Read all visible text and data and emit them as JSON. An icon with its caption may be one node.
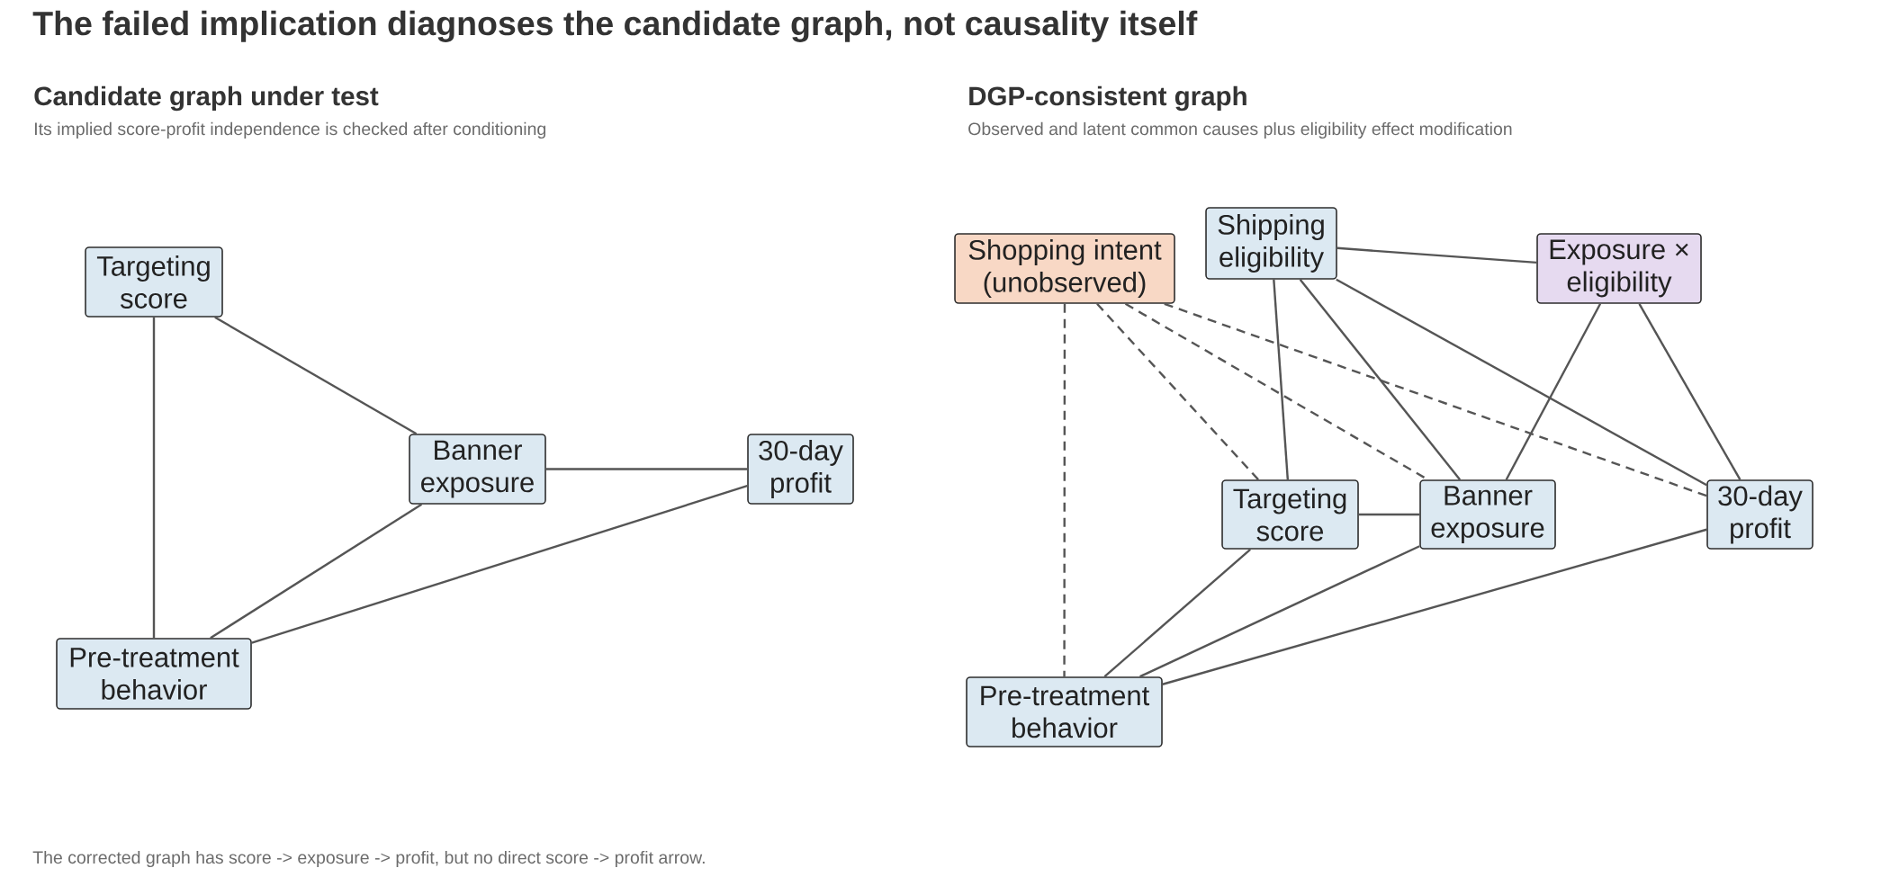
{
  "diagram": {
    "title": "The failed implication diagnoses the candidate graph, not causality itself",
    "caption": "The corrected graph has score -> exposure -> profit, but no direct score -> profit arrow.",
    "nodes": [
      {
        "text": [
          "Targeting score"
        ]
      },
      {
        "text": [
          "Banner exposure"
        ]
      },
      {
        "text": [
          "30-day profit"
        ]
      },
      {
        "text": [
          "Pre-treatment behavior"
        ]
      },
      {
        "text": [
          "Shopping intent (unobserved)"
        ]
      },
      {
        "text": [
          "Shipping eligibility"
        ]
      },
      {
        "text": [
          "Exposure × eligibility"
        ]
      },
      {
        "text": [
          "Targeting score"
        ]
      },
      {
        "text": [
          "Banner exposure"
        ]
      },
      {
        "text": [
          "30-day profit"
        ]
      },
      {
        "text": [
          "Pre-treatment behavior"
        ]
      }
    ],
    "edges": [
      {
        "from": 0,
        "to": 1,
        "arrow": "none"
      },
      {
        "from": 0,
        "to": 3,
        "arrow": "none"
      },
      {
        "from": 1,
        "to": 2,
        "arrow": "none"
      },
      {
        "from": 1,
        "to": 3,
        "arrow": "none"
      },
      {
        "from": 2,
        "to": 3,
        "arrow": "none"
      },
      {
        "from": 4,
        "to": 10,
        "arrow": "none",
        "style": "dashed"
      },
      {
        "from": 4,
        "to": 7,
        "arrow": "none",
        "style": "dashed"
      },
      {
        "from": 4,
        "to": 8,
        "arrow": "none",
        "style": "dashed"
      },
      {
        "from": 4,
        "to": 9,
        "arrow": "none",
        "style": "dashed"
      },
      {
        "from": 5,
        "to": 6,
        "arrow": "none"
      },
      {
        "from": 5,
        "to": 7,
        "arrow": "none"
      },
      {
        "from": 5,
        "to": 8,
        "arrow": "none"
      },
      {
        "from": 5,
        "to": 9,
        "arrow": "none"
      },
      {
        "from": 6,
        "to": 8,
        "arrow": "none"
      },
      {
        "from": 6,
        "to": 9,
        "arrow": "none"
      },
      {
        "from": 7,
        "to": 8,
        "arrow": "none"
      },
      {
        "from": 7,
        "to": 10,
        "arrow": "none"
      },
      {
        "from": 8,
        "to": 10,
        "arrow": "none"
      },
      {
        "from": 9,
        "to": 10,
        "arrow": "none"
      }
    ],
    "labels": [
      "Candidate graph under test",
      "Its implied score-profit independence is checked after conditioning",
      "DGP-consistent graph",
      "Observed and latent common causes plus eligibility effect modification"
    ]
  }
}
